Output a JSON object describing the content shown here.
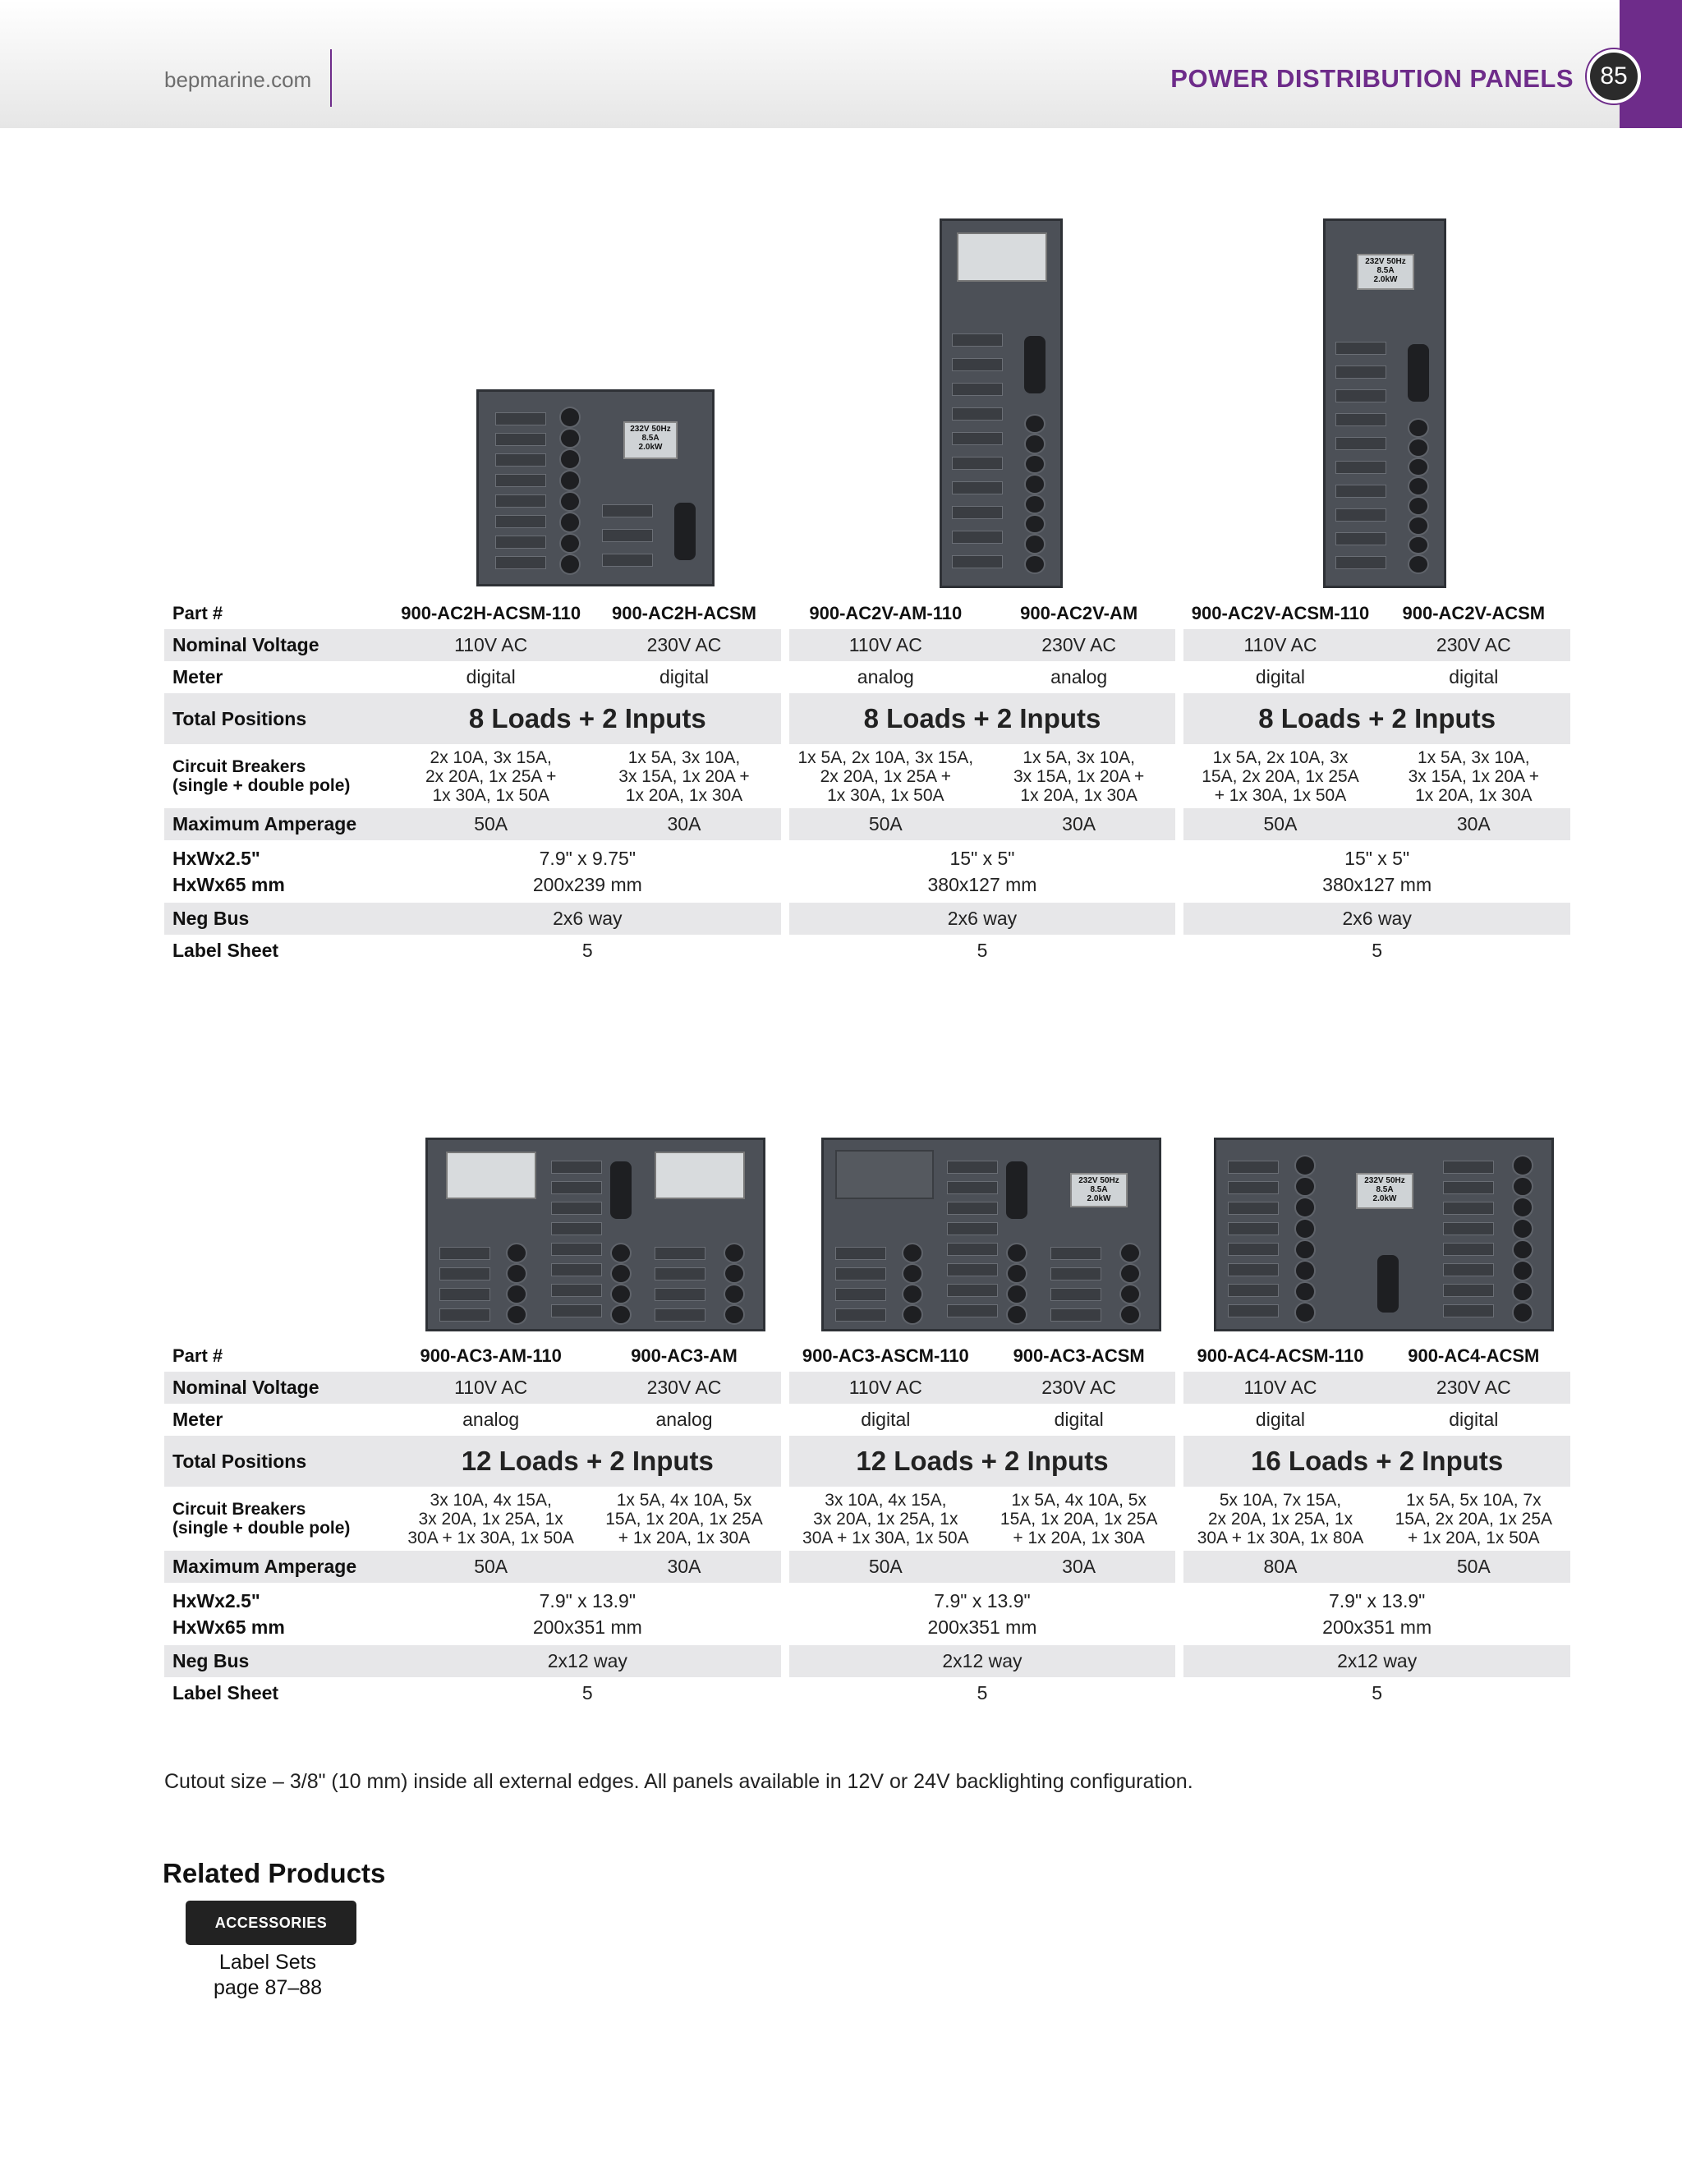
{
  "header": {
    "site": "bepmarine.com",
    "section": "POWER DISTRIBUTION PANELS",
    "page_number": "85"
  },
  "row_labels": {
    "part": "Part #",
    "voltage": "Nominal Voltage",
    "meter": "Meter",
    "total": "Total Positions",
    "breakers_1": "Circuit Breakers",
    "breakers_2": "(single + double pole)",
    "amperage": "Maximum Amperage",
    "dim_1": "HxWx2.5\"",
    "dim_2": "HxWx65 mm",
    "negbus": "Neg Bus",
    "labels": "Label Sheet"
  },
  "panel_screen": {
    "l1": "232V 50Hz",
    "l2": "8.5A",
    "l3": "2.0kW"
  },
  "table1": {
    "groups": [
      {
        "parts": [
          "900-AC2H-ACSM-110",
          "900-AC2H-ACSM"
        ],
        "voltage": [
          "110V AC",
          "230V AC"
        ],
        "meter": [
          "digital",
          "digital"
        ],
        "total": "8 Loads + 2 Inputs",
        "breakers": [
          [
            "2x 10A, 3x 15A,",
            "2x 20A, 1x 25A +",
            "1x 30A, 1x 50A"
          ],
          [
            "1x 5A, 3x 10A,",
            "3x 15A, 1x 20A +",
            "1x 20A, 1x 30A"
          ]
        ],
        "amperage": [
          "50A",
          "30A"
        ],
        "dim_in": "7.9\" x 9.75\"",
        "dim_mm": "200x239 mm",
        "negbus": "2x6 way",
        "labels": "5"
      },
      {
        "parts": [
          "900-AC2V-AM-110",
          "900-AC2V-AM"
        ],
        "voltage": [
          "110V AC",
          "230V AC"
        ],
        "meter": [
          "analog",
          "analog"
        ],
        "total": "8 Loads + 2 Inputs",
        "breakers": [
          [
            "1x 5A, 2x 10A, 3x 15A,",
            "2x 20A, 1x 25A +",
            "1x 30A, 1x 50A"
          ],
          [
            "1x 5A, 3x 10A,",
            "3x 15A, 1x 20A +",
            "1x 20A, 1x 30A"
          ]
        ],
        "amperage": [
          "50A",
          "30A"
        ],
        "dim_in": "15\" x 5\"",
        "dim_mm": "380x127 mm",
        "negbus": "2x6 way",
        "labels": "5"
      },
      {
        "parts": [
          "900-AC2V-ACSM-110",
          "900-AC2V-ACSM"
        ],
        "voltage": [
          "110V AC",
          "230V AC"
        ],
        "meter": [
          "digital",
          "digital"
        ],
        "total": "8 Loads + 2 Inputs",
        "breakers": [
          [
            "1x 5A, 2x 10A, 3x",
            "15A, 2x 20A, 1x 25A",
            "+ 1x 30A, 1x 50A"
          ],
          [
            "1x 5A, 3x 10A,",
            "3x 15A, 1x 20A +",
            "1x 20A, 1x 30A"
          ]
        ],
        "amperage": [
          "50A",
          "30A"
        ],
        "dim_in": "15\" x 5\"",
        "dim_mm": "380x127 mm",
        "negbus": "2x6 way",
        "labels": "5"
      }
    ]
  },
  "table2": {
    "groups": [
      {
        "parts": [
          "900-AC3-AM-110",
          "900-AC3-AM"
        ],
        "voltage": [
          "110V AC",
          "230V AC"
        ],
        "meter": [
          "analog",
          "analog"
        ],
        "total": "12 Loads + 2 Inputs",
        "breakers": [
          [
            "3x 10A, 4x 15A,",
            "3x 20A, 1x 25A, 1x",
            "30A + 1x 30A, 1x 50A"
          ],
          [
            "1x 5A, 4x 10A, 5x",
            "15A, 1x 20A, 1x 25A",
            "+ 1x 20A, 1x 30A"
          ]
        ],
        "amperage": [
          "50A",
          "30A"
        ],
        "dim_in": "7.9\" x 13.9\"",
        "dim_mm": "200x351 mm",
        "negbus": "2x12 way",
        "labels": "5"
      },
      {
        "parts": [
          "900-AC3-ASCM-110",
          "900-AC3-ACSM"
        ],
        "voltage": [
          "110V AC",
          "230V AC"
        ],
        "meter": [
          "digital",
          "digital"
        ],
        "total": "12 Loads + 2 Inputs",
        "breakers": [
          [
            "3x 10A, 4x 15A,",
            "3x 20A, 1x 25A, 1x",
            "30A + 1x 30A, 1x 50A"
          ],
          [
            "1x 5A, 4x 10A, 5x",
            "15A, 1x 20A, 1x 25A",
            "+ 1x 20A, 1x 30A"
          ]
        ],
        "amperage": [
          "50A",
          "30A"
        ],
        "dim_in": "7.9\" x 13.9\"",
        "dim_mm": "200x351 mm",
        "negbus": "2x12 way",
        "labels": "5"
      },
      {
        "parts": [
          "900-AC4-ACSM-110",
          "900-AC4-ACSM"
        ],
        "voltage": [
          "110V AC",
          "230V AC"
        ],
        "meter": [
          "digital",
          "digital"
        ],
        "total": "16 Loads + 2 Inputs",
        "breakers": [
          [
            "5x 10A, 7x 15A,",
            "2x 20A, 1x 25A, 1x",
            "30A + 1x 30A, 1x 80A"
          ],
          [
            "1x 5A, 5x 10A, 7x",
            "15A, 2x 20A, 1x 25A",
            "+ 1x 20A, 1x 50A"
          ]
        ],
        "amperage": [
          "80A",
          "50A"
        ],
        "dim_in": "7.9\" x 13.9\"",
        "dim_mm": "200x351 mm",
        "negbus": "2x12 way",
        "labels": "5"
      }
    ]
  },
  "footer": {
    "note": "Cutout size – 3/8\" (10 mm) inside all external edges. All panels available in 12V or 24V backlighting configuration.",
    "related_title": "Related Products",
    "accessory_button": "ACCESSORIES",
    "accessory_name": "Label Sets",
    "accessory_page": "page 87–88"
  }
}
